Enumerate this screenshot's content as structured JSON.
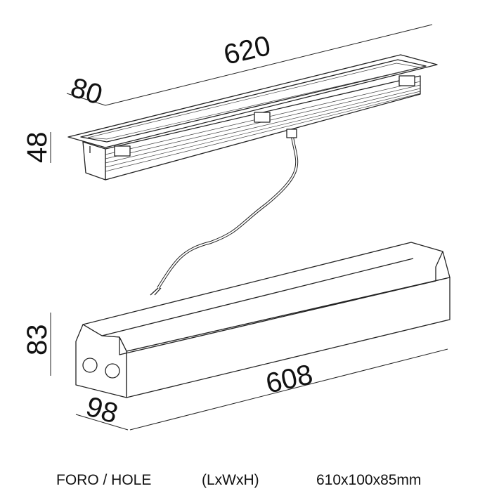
{
  "dimensions": {
    "fixture_length": "620",
    "fixture_width": "80",
    "fixture_height": "48",
    "box_height": "83",
    "box_length": "608",
    "box_width": "98"
  },
  "caption": {
    "label": "FORO / HOLE",
    "format": "(LxWxH)",
    "value": "610x100x85mm"
  }
}
